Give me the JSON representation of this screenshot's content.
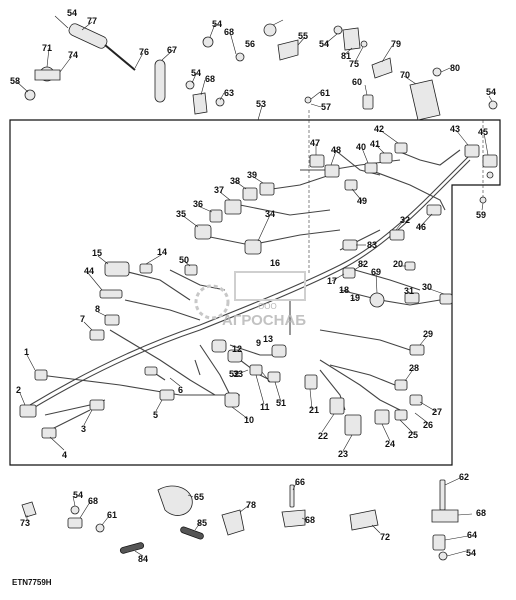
{
  "figure_ref": "ETN7759H",
  "watermark": {
    "line1": "ООО",
    "line2": "АГРОСНАБ"
  },
  "callouts": [
    "1",
    "2",
    "3",
    "4",
    "5",
    "6",
    "7",
    "8",
    "9",
    "10",
    "11",
    "12",
    "13",
    "14",
    "15",
    "16",
    "17",
    "18",
    "19",
    "20",
    "21",
    "22",
    "23",
    "24",
    "25",
    "26",
    "27",
    "28",
    "29",
    "30",
    "31",
    "32",
    "33",
    "34",
    "35",
    "36",
    "37",
    "38",
    "39",
    "40",
    "41",
    "42",
    "43",
    "44",
    "45",
    "46",
    "47",
    "48",
    "49",
    "50",
    "51",
    "52",
    "53",
    "54",
    "55",
    "56",
    "57",
    "58",
    "59",
    "60",
    "61",
    "62",
    "63",
    "64",
    "65",
    "66",
    "67",
    "68",
    "69",
    "70",
    "71",
    "72",
    "73",
    "74",
    "75",
    "76",
    "77",
    "78",
    "79",
    "80",
    "81",
    "82",
    "83",
    "84",
    "85"
  ],
  "dup_labels": {
    "n54": "54",
    "n68": "68",
    "n61": "61"
  }
}
